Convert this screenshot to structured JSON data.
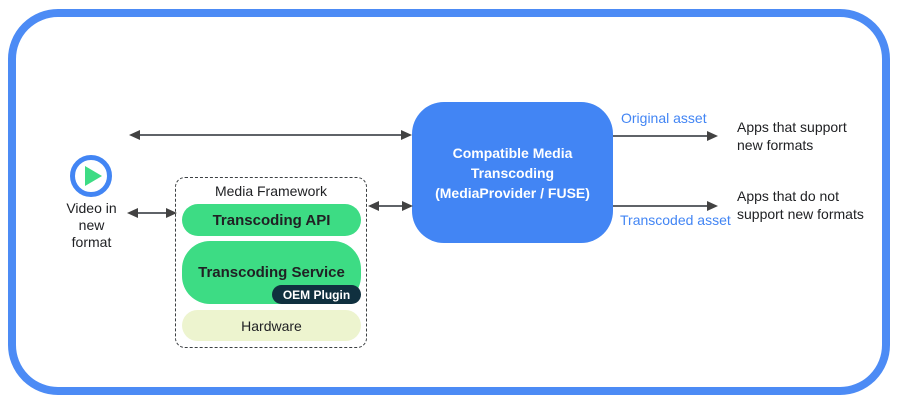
{
  "colors": {
    "frame_border_blue": "#4C8BF5",
    "transcoder_box_blue": "#4285F4",
    "android_green": "#3DDC84",
    "oem_plugin_navy": "#10303F",
    "hardware_pale_yellow": "#EDF4CF",
    "arrow_gray": "#5F6368",
    "asset_label_blue": "#4285F4"
  },
  "source": {
    "icon": "play-icon",
    "label": "Video in\nnew\nformat"
  },
  "media_framework": {
    "title": "Media Framework",
    "layers": [
      {
        "label": "Transcoding API"
      },
      {
        "label": "Transcoding Service"
      },
      {
        "label": "Hardware"
      }
    ],
    "oem_plugin_label": "OEM Plugin"
  },
  "transcoder": {
    "label": "Compatible Media\nTranscoding\n(MediaProvider / FUSE)"
  },
  "outputs": {
    "original_asset": "Original asset",
    "transcoded_asset": "Transcoded asset",
    "apps_support": "Apps that support\nnew formats",
    "apps_no_support": "Apps that do not\nsupport new formats"
  }
}
